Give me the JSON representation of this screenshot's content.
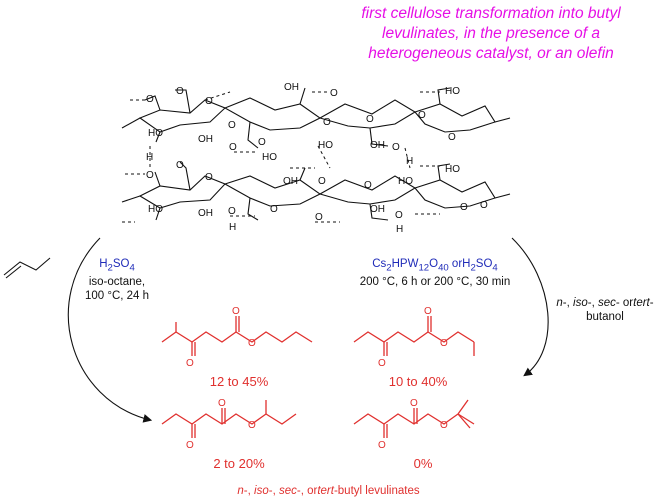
{
  "title": "first cellulose transformation into butyl levulinates, in the presence of a heterogeneous catalyst, or an olefin",
  "conditions_left": {
    "reagent_main": "H",
    "reagent_sub": "2",
    "reagent_tail": "SO",
    "reagent_sub2": "4",
    "line2": "iso-octane,",
    "line3": "100 °C, 24 h"
  },
  "conditions_right": {
    "line1_a": "Cs",
    "line1_s1": "2",
    "line1_b": "HPW",
    "line1_s2": "12",
    "line1_c": "O",
    "line1_s3": "40",
    "line1_d": " orH",
    "line1_s4": "2",
    "line1_e": "SO",
    "line1_s5": "4",
    "line2": "200 °C, 6 h or 200 °C, 30 min"
  },
  "alcohol": {
    "prefix_a": "n",
    "prefix_b": "-, ",
    "prefix_c": "iso",
    "prefix_d": "-, ",
    "prefix_e": "sec",
    "prefix_f": "- or",
    "prefix_g": "tert",
    "prefix_h": "-",
    "line2": "butanol"
  },
  "products": {
    "n_butyl_yield": "12 to 45%",
    "iso_butyl_yield": "10 to 40%",
    "sec_butyl_yield": "2 to 20%",
    "tert_butyl_yield": "0%"
  },
  "footer": {
    "a": "n",
    "b": "-, ",
    "c": "iso",
    "d": "-, ",
    "e": "sec",
    "f": "-, or",
    "g": "tert",
    "h": "-butyl levulinates"
  },
  "atom_labels": {
    "o": "O",
    "oh": "OH",
    "ho": "HO",
    "h": "H"
  },
  "colors": {
    "title": "#e60fe6",
    "product": "#e0302e",
    "catalyst": "#1f2bb8",
    "ink": "#111111"
  }
}
